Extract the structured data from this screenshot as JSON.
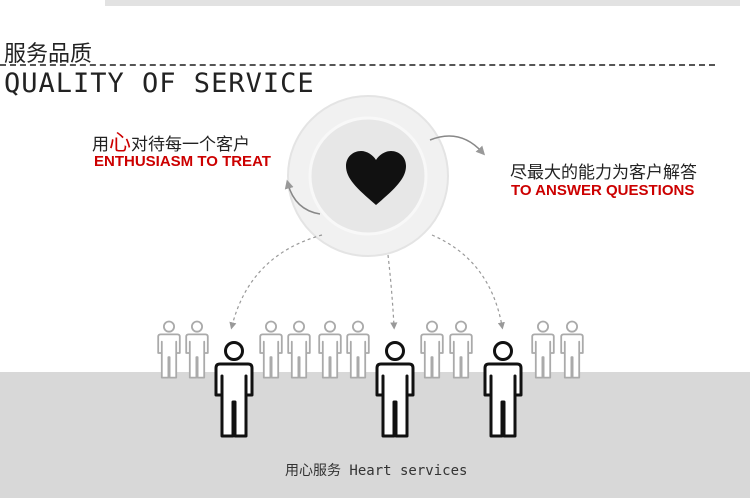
{
  "title_cn": "服务品质",
  "title_en": "QUALITY OF SERVICE",
  "left": {
    "cn_pre": "用",
    "cn_accent": "心",
    "cn_post": "对待每一个客户",
    "en": "ENTHUSIASM TO TREAT"
  },
  "right": {
    "cn": "尽最大的能力为客户解答",
    "en": "TO ANSWER QUESTIONS"
  },
  "footer": "用心服务 Heart services",
  "colors": {
    "accent": "#cc0000",
    "floor": "#d8d8d8"
  }
}
